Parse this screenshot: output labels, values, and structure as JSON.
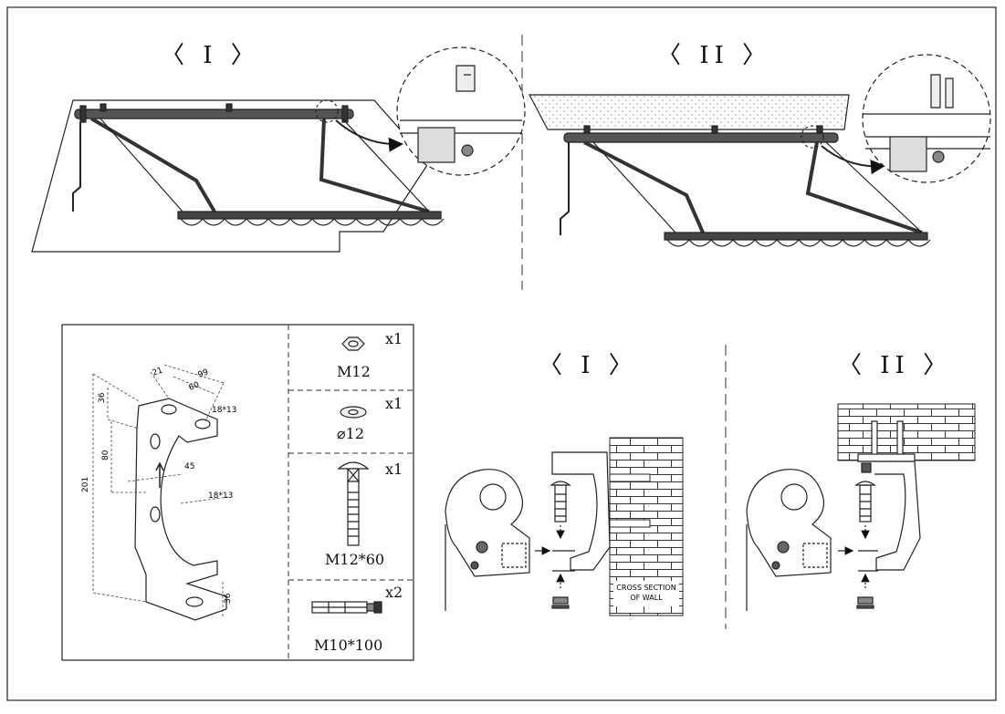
{
  "top_panels": [
    {
      "label": "〈 I 〉"
    },
    {
      "label": "〈 II 〉"
    }
  ],
  "bottom_panels": [
    {
      "label": "〈 I 〉"
    },
    {
      "label": "〈 II 〉"
    }
  ],
  "parts": [
    {
      "name": "M12",
      "qty": "x1",
      "icon": "hex-nut-icon"
    },
    {
      "name": "⌀12",
      "qty": "x1",
      "icon": "washer-icon"
    },
    {
      "name": "M12*60",
      "qty": "x1",
      "icon": "carriage-bolt-icon"
    },
    {
      "name": "M10*100",
      "qty": "x2",
      "icon": "expansion-anchor-icon"
    }
  ],
  "bracket_dimensions": {
    "d1": "21",
    "d2": "99",
    "d3": "60",
    "d4": "36",
    "d5": "18*13",
    "d6": "80",
    "d7": "45",
    "d8": "201",
    "d9": "18*13",
    "d10": "36"
  },
  "wall_caption": [
    "CROSS SECTION",
    "OF WALL"
  ]
}
